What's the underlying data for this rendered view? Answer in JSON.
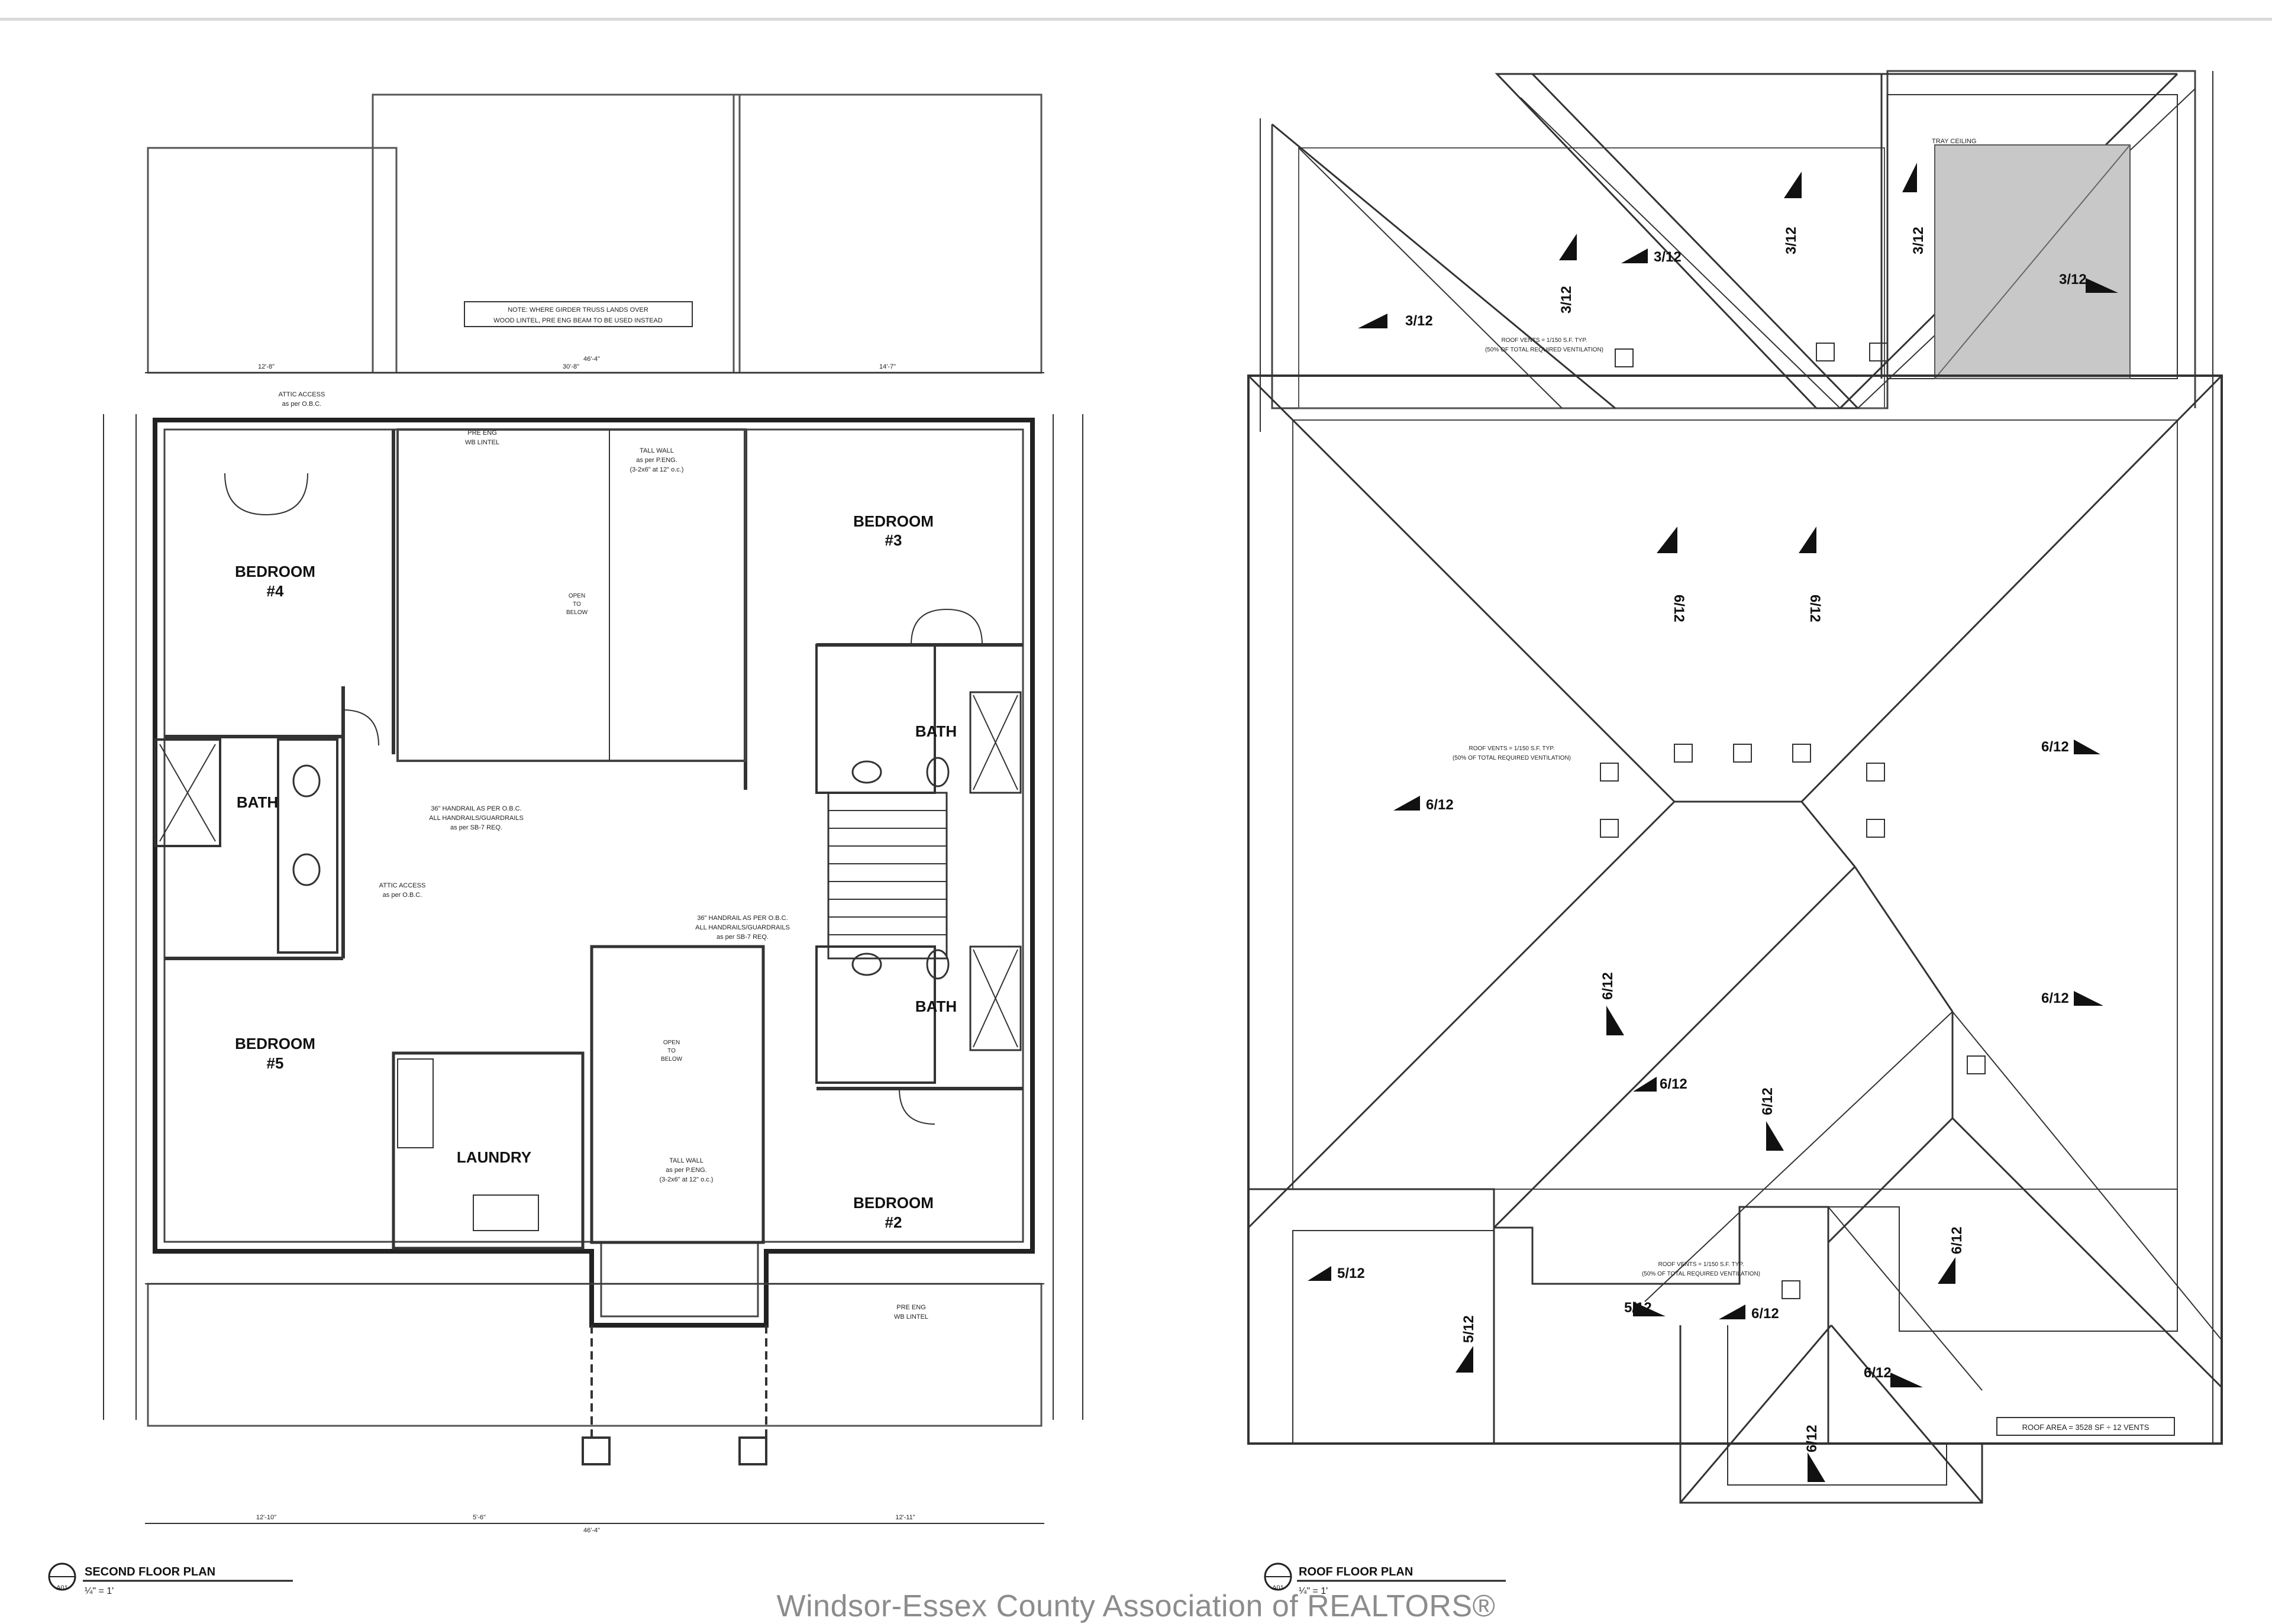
{
  "left_plan": {
    "title": "SECOND FLOOR PLAN",
    "scale": "¼\" = 1'",
    "sheet": "A01",
    "note": [
      "NOTE: WHERE GIRDER TRUSS LANDS OVER",
      "WOOD LINTEL, PRE ENG BEAM TO BE USED INSTEAD"
    ],
    "rooms": {
      "bed4": [
        "BEDROOM",
        "#4"
      ],
      "bed3": [
        "BEDROOM",
        "#3"
      ],
      "bed5": [
        "BEDROOM",
        "#5"
      ],
      "bed2": [
        "BEDROOM",
        "#2"
      ],
      "bath_left": "BATH",
      "bath_right_top": "BATH",
      "bath_right_bottom": "BATH",
      "laundry": "LAUNDRY"
    },
    "callouts": {
      "attic1": [
        "ATTIC ACCESS",
        "as per O.B.C."
      ],
      "attic2": [
        "ATTIC ACCESS",
        "as per O.B.C."
      ],
      "pre_eng_top": [
        "PRE ENG",
        "WB LINTEL"
      ],
      "pre_eng_bottom": [
        "PRE ENG",
        "WB LINTEL"
      ],
      "tall_wall_top": [
        "TALL WALL",
        "as per P.ENG.",
        "(3-2x6\" at 12\" o.c.)"
      ],
      "tall_wall_bottom": [
        "TALL WALL",
        "as per P.ENG.",
        "(3-2x6\" at 12\" o.c.)"
      ],
      "handrail_left": [
        "36\" HANDRAIL AS PER O.B.C.",
        "ALL HANDRAILS/GUARDRAILS",
        "as per SB-7 REQ."
      ],
      "handrail_right": [
        "36\" HANDRAIL AS PER O.B.C.",
        "ALL HANDRAILS/GUARDRAILS",
        "as per SB-7 REQ."
      ],
      "open_below_1": [
        "OPEN",
        "TO",
        "BELOW"
      ],
      "open_below_2": [
        "OPEN",
        "TO",
        "BELOW"
      ],
      "dims_top": [
        "12'-8\"",
        "30'-8\"",
        "14'-7\"",
        "46'-4\""
      ],
      "dims_bottom": [
        "12'-10\"",
        "5'-6\"",
        "12'-11\"",
        "46'-4\""
      ]
    }
  },
  "right_plan": {
    "title": "ROOF FLOOR PLAN",
    "scale": "¼\" = 1'",
    "sheet": "A01",
    "tray_ceiling": "TRAY CEILING",
    "vent_note_top": [
      "ROOF VENTS = 1/150 S.F. TYP.",
      "(50% OF TOTAL REQUIRED VENTILATION)"
    ],
    "vent_note_mid": [
      "ROOF VENTS = 1/150 S.F. TYP.",
      "(50% OF TOTAL REQUIRED VENTILATION)"
    ],
    "vent_note_bottom": [
      "ROOF VENTS = 1/150 S.F. TYP.",
      "(50% OF TOTAL REQUIRED VENTILATION)"
    ],
    "roof_area": "ROOF AREA = 3528 SF ÷ 12 VENTS",
    "pitches": {
      "p312_a": "3/12",
      "p312_b": "3/12",
      "p312_c": "3/12",
      "p312_d": "3/12",
      "p312_e": "3/12",
      "p312_f": "3/12",
      "p612_a": "6/12",
      "p612_b": "6/12",
      "p612_c": "6/12",
      "p612_d": "6/12",
      "p612_e": "6/12",
      "p612_f": "6/12",
      "p612_g": "6/12",
      "p612_h": "6/12",
      "p612_i": "6/12",
      "p612_j": "6/12",
      "p612_k": "6/12",
      "p612_l": "6/12",
      "p512_a": "5/12",
      "p512_b": "5/12",
      "p512_c": "5/12"
    }
  },
  "watermark": "Windsor-Essex County Association of REALTORS®"
}
